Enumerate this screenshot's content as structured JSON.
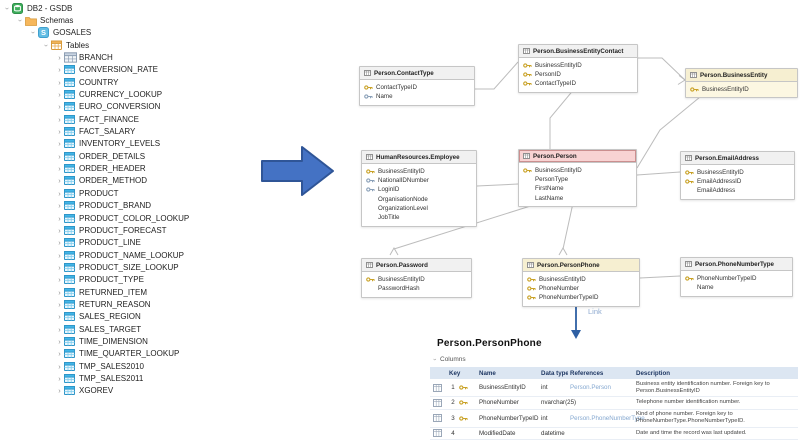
{
  "tree": {
    "parents": [
      {
        "label": "DB2 - GSDB",
        "icon": "database-icon",
        "level": 0
      },
      {
        "label": "Schemas",
        "icon": "folder-icon",
        "level": 1
      },
      {
        "label": "GOSALES",
        "icon": "schema-icon",
        "level": 2
      },
      {
        "label": "Tables",
        "icon": "tables-folder-icon",
        "level": 3
      }
    ],
    "tables": [
      "BRANCH",
      "CONVERSION_RATE",
      "COUNTRY",
      "CURRENCY_LOOKUP",
      "EURO_CONVERSION",
      "FACT_FINANCE",
      "FACT_SALARY",
      "INVENTORY_LEVELS",
      "ORDER_DETAILS",
      "ORDER_HEADER",
      "ORDER_METHOD",
      "PRODUCT",
      "PRODUCT_BRAND",
      "PRODUCT_COLOR_LOOKUP",
      "PRODUCT_FORECAST",
      "PRODUCT_LINE",
      "PRODUCT_NAME_LOOKUP",
      "PRODUCT_SIZE_LOOKUP",
      "PRODUCT_TYPE",
      "RETURNED_ITEM",
      "RETURN_REASON",
      "SALES_REGION",
      "SALES_TARGET",
      "TIME_DIMENSION",
      "TIME_QUARTER_LOOKUP",
      "TMP_SALES2010",
      "TMP_SALES2011",
      "XGOREV"
    ]
  },
  "diagram": {
    "link_label": "Link",
    "entities": [
      {
        "title": "Person.ContactType",
        "variant": "default",
        "fields": [
          {
            "name": "ContactTypeID",
            "key": "pk"
          },
          {
            "name": "Name",
            "key": "idx"
          }
        ]
      },
      {
        "title": "Person.BusinessEntityContact",
        "variant": "default",
        "fields": [
          {
            "name": "BusinessEntityID",
            "key": "pk"
          },
          {
            "name": "PersonID",
            "key": "pk"
          },
          {
            "name": "ContactTypeID",
            "key": "pk"
          }
        ]
      },
      {
        "title": "Person.BusinessEntity",
        "variant": "cream",
        "fields": [
          {
            "name": "BusinessEntityID",
            "key": "pk"
          }
        ]
      },
      {
        "title": "HumanResources.Employee",
        "variant": "default",
        "fields": [
          {
            "name": "BusinessEntityID",
            "key": "pk"
          },
          {
            "name": "NationalIDNumber",
            "key": "idx"
          },
          {
            "name": "LoginID",
            "key": "idx"
          },
          {
            "name": "OrganisationNode",
            "key": "none"
          },
          {
            "name": "OrganizationLevel",
            "key": "none"
          },
          {
            "name": "JobTitle",
            "key": "none"
          }
        ]
      },
      {
        "title": "Person.Person",
        "variant": "pink",
        "fields": [
          {
            "name": "BusinessEntityID",
            "key": "pk"
          },
          {
            "name": "PersonType",
            "key": "none"
          },
          {
            "name": "FirstName",
            "key": "none"
          },
          {
            "name": "LastName",
            "key": "none"
          }
        ]
      },
      {
        "title": "Person.EmailAddress",
        "variant": "default",
        "fields": [
          {
            "name": "BusinessEntityID",
            "key": "pk"
          },
          {
            "name": "EmailAddressID",
            "key": "pk"
          },
          {
            "name": "EmailAddress",
            "key": "none"
          }
        ]
      },
      {
        "title": "Person.Password",
        "variant": "default",
        "fields": [
          {
            "name": "BusinessEntityID",
            "key": "pk"
          },
          {
            "name": "PasswordHash",
            "key": "none"
          }
        ]
      },
      {
        "title": "Person.PersonPhone",
        "variant": "cream-header",
        "fields": [
          {
            "name": "BusinessEntityID",
            "key": "pk"
          },
          {
            "name": "PhoneNumber",
            "key": "pk"
          },
          {
            "name": "PhoneNumberTypeID",
            "key": "pk"
          }
        ]
      },
      {
        "title": "Person.PhoneNumberType",
        "variant": "default",
        "fields": [
          {
            "name": "PhoneNumberTypeID",
            "key": "pk"
          },
          {
            "name": "Name",
            "key": "none"
          }
        ]
      }
    ]
  },
  "detail": {
    "title": "Person.PersonPhone",
    "section_label": "Columns",
    "headers": {
      "key": "Key",
      "name": "Name",
      "data_type": "Data type",
      "references": "References",
      "description": "Description"
    },
    "rows": [
      {
        "ordinal": "1",
        "is_key": true,
        "name": "BusinessEntityID",
        "data_type": "int",
        "references": "Person.Person",
        "description": "Business entity identification number. Foreign key to Person.BusinessEntityID"
      },
      {
        "ordinal": "2",
        "is_key": true,
        "name": "PhoneNumber",
        "data_type": "nvarchar(25)",
        "references": "",
        "description": "Telephone number identification number."
      },
      {
        "ordinal": "3",
        "is_key": true,
        "name": "PhoneNumberTypeID",
        "data_type": "int",
        "references": "Person.PhoneNumberType",
        "description": "Kind of phone number. Foreign key to PhoneNumberType.PhoneNumberTypeID."
      },
      {
        "ordinal": "4",
        "is_key": false,
        "name": "ModifiedDate",
        "data_type": "datetime",
        "references": "",
        "description": "Date and time the record was last updated."
      }
    ]
  },
  "colors": {
    "arrow_blue": "#4472c4",
    "arrow_blue_border": "#2f5597",
    "link_arrow_blue": "#2e5fa3",
    "link_text_blue": "#8da9cf",
    "reference_link_blue": "#85a8d0",
    "primary_key_gold": "#c9a227",
    "index_key_gray": "#8aa0b8",
    "grid_header_fill": "#dce6f2",
    "person_header_pink": "#f8d3d3",
    "highlight_cream": "#fcf7e2"
  }
}
